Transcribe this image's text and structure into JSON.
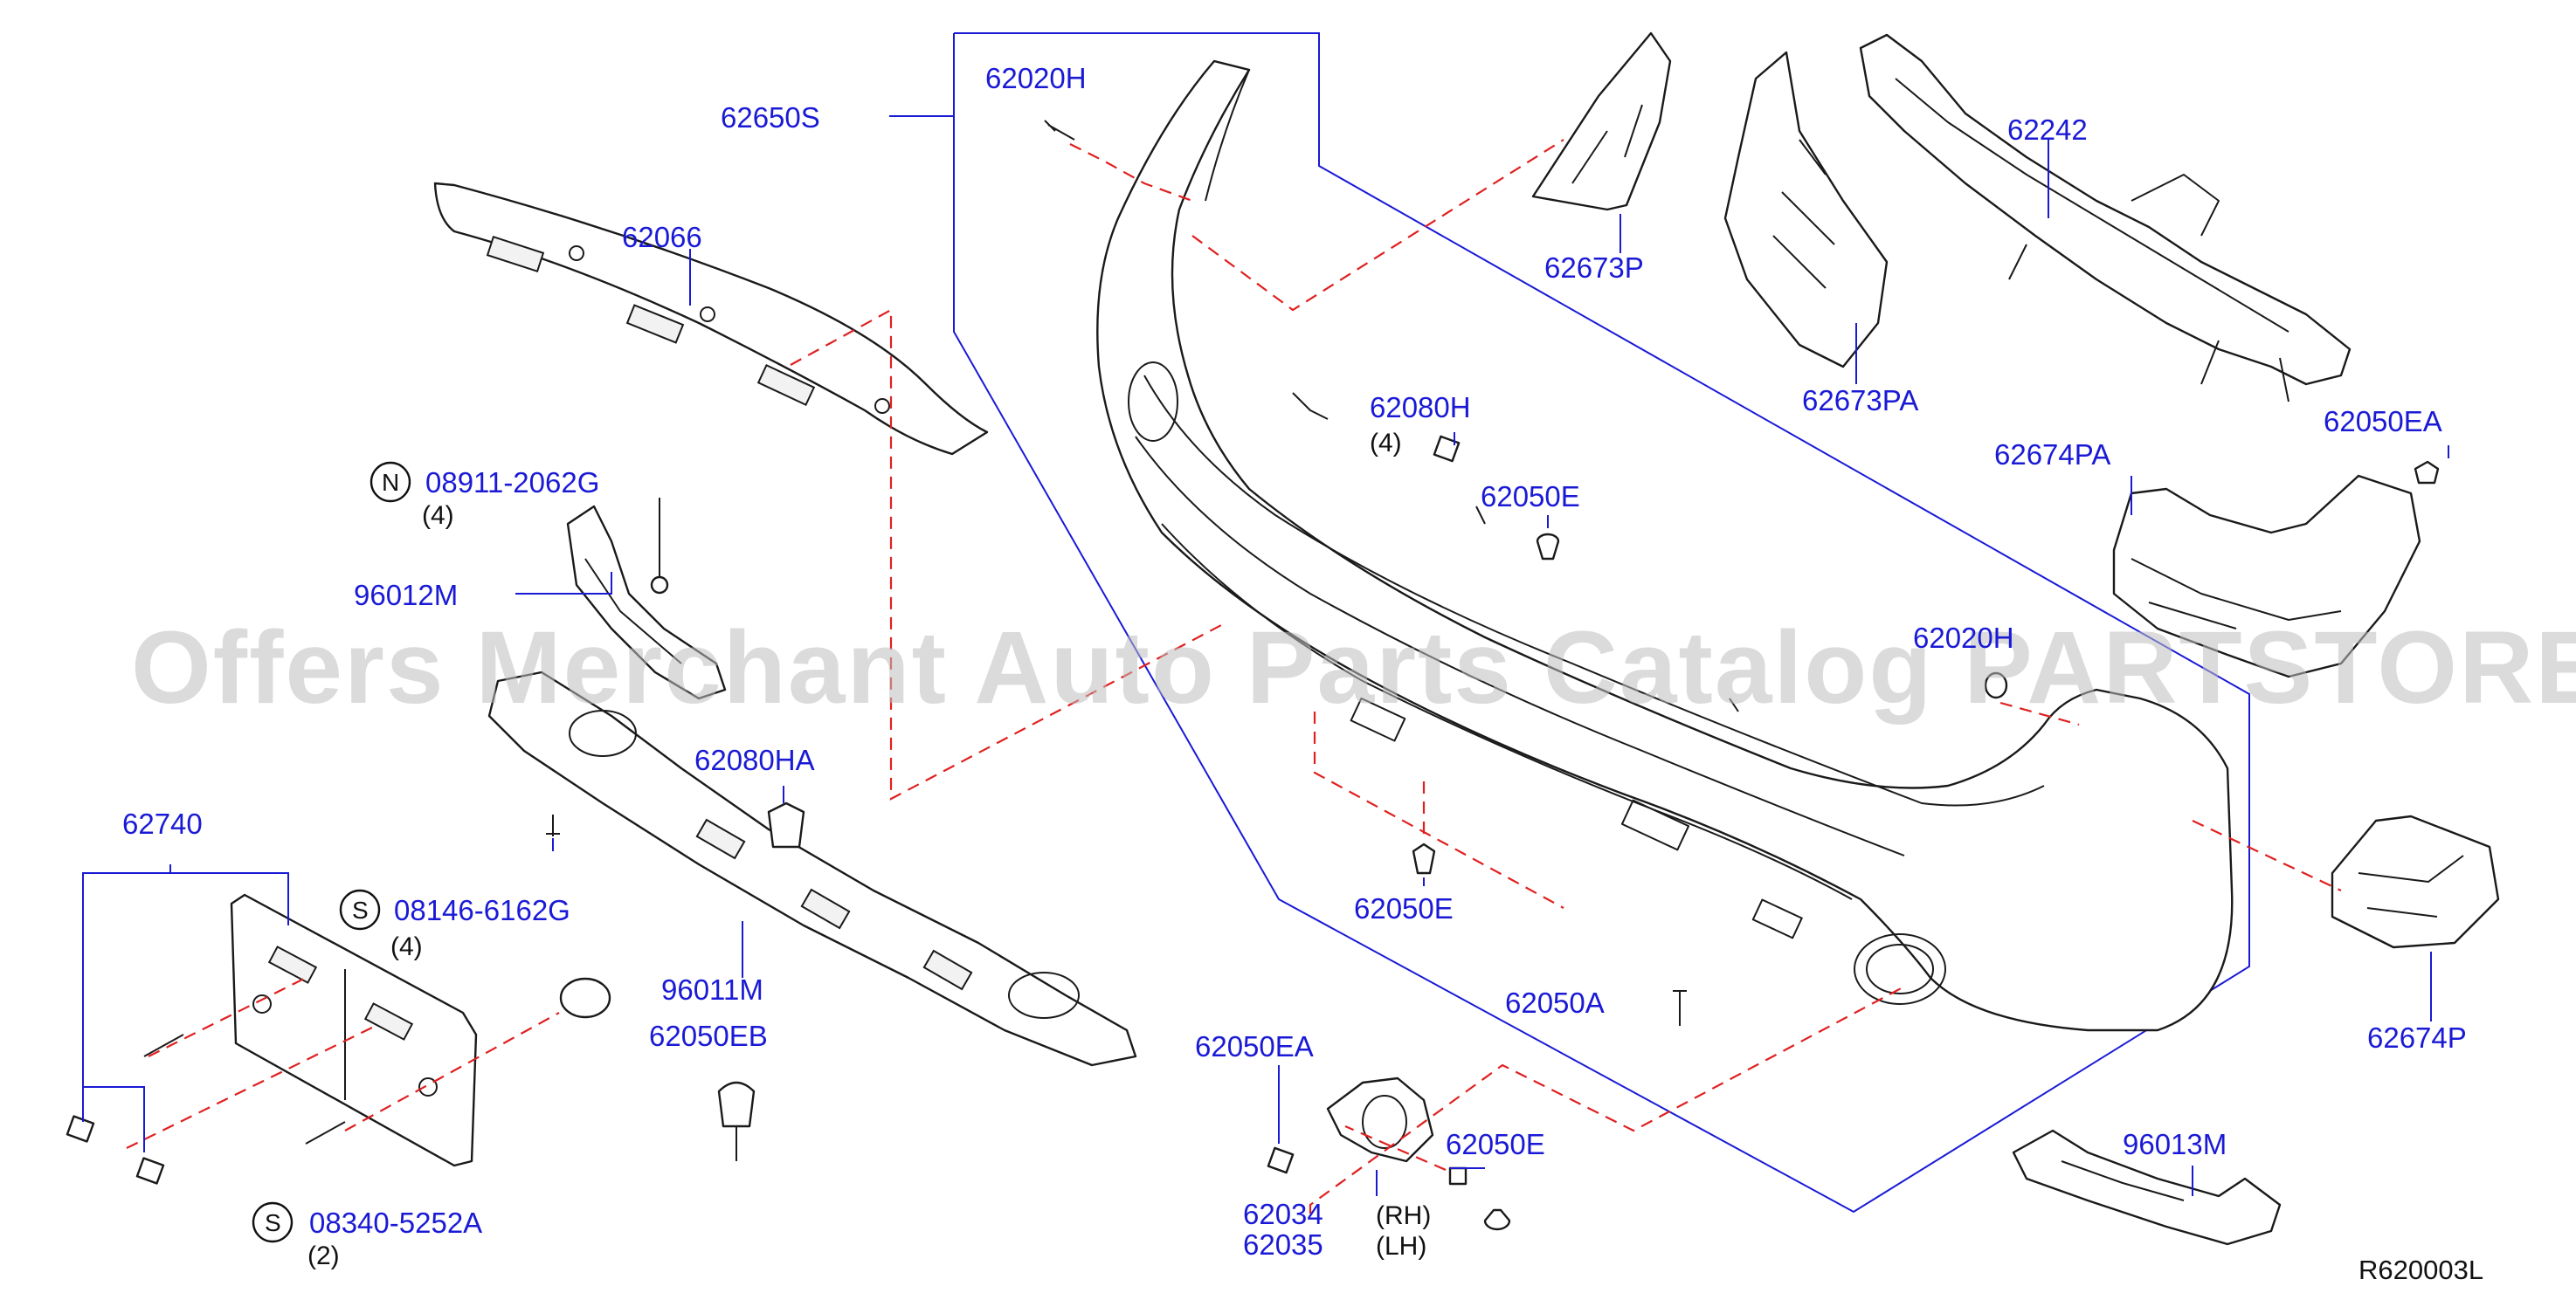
{
  "labels": {
    "p62650S": "62650S",
    "p62020H_top": "62020H",
    "p62066": "62066",
    "p62673P": "62673P",
    "p62242": "62242",
    "p62673PA": "62673PA",
    "p62080H": "62080H",
    "p62080H_qty": "(4)",
    "p62050E_a": "62050E",
    "p62674PA": "62674PA",
    "p62050EA_top": "62050EA",
    "p08911": "08911-2062G",
    "p08911_qty": "(4)",
    "p96012M": "96012M",
    "p62020H_mid": "62020H",
    "p62080HA": "62080HA",
    "p62740": "62740",
    "p08146": "08146-6162G",
    "p08146_qty": "(4)",
    "p96011M": "96011M",
    "p62050E_b": "62050E",
    "p62050EB": "62050EB",
    "p62050A": "62050A",
    "p62674P": "62674P",
    "p62050EA_bot": "62050EA",
    "p62050E_c": "62050E",
    "p62034": "62034",
    "p62035": "62035",
    "p_rh": "(RH)",
    "p_lh": "(LH)",
    "p96013M": "96013M",
    "p08340": "08340-5252A",
    "p08340_qty": "(2)"
  },
  "symbols": {
    "n": "N",
    "s1": "S",
    "s2": "S"
  },
  "watermark": "Offers Merchant Auto Parts Catalog PARTSTORE.SA",
  "reference": "R620003L"
}
